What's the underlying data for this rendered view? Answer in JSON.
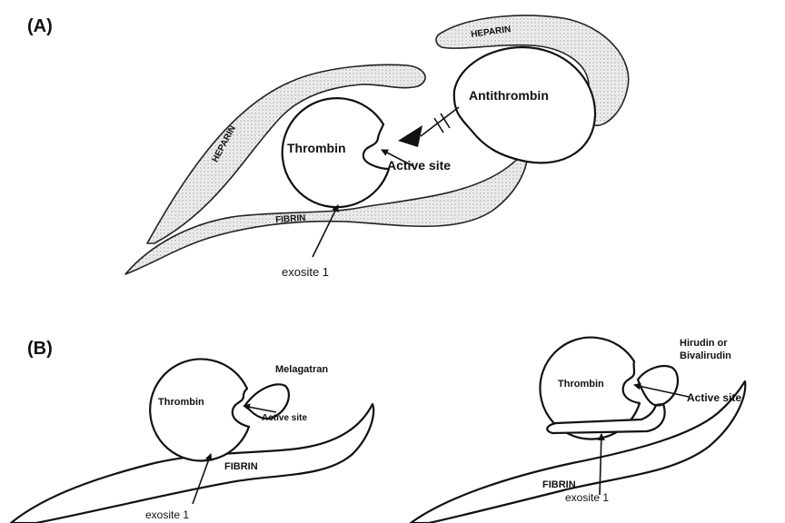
{
  "panel_a": {
    "label": "(A)",
    "heparin_upper": "HEPARIN",
    "heparin_left": "HEPARIN",
    "antithrombin": "Antithrombin",
    "thrombin": "Thrombin",
    "active_site": "Active site",
    "fibrin": "FIBRIN",
    "exosite": "exosite 1"
  },
  "panel_b": {
    "label": "(B)",
    "left": {
      "inhibitor": "Melagatran",
      "thrombin": "Thrombin",
      "active_site": "Active site",
      "fibrin": "FIBRIN",
      "exosite": "exosite 1"
    },
    "right": {
      "inhibitor_line1": "Hirudin or",
      "inhibitor_line2": "Bivalirudin",
      "thrombin": "Thrombin",
      "active_site": "Active site",
      "fibrin": "FIBRIN",
      "exosite": "exosite 1"
    }
  }
}
